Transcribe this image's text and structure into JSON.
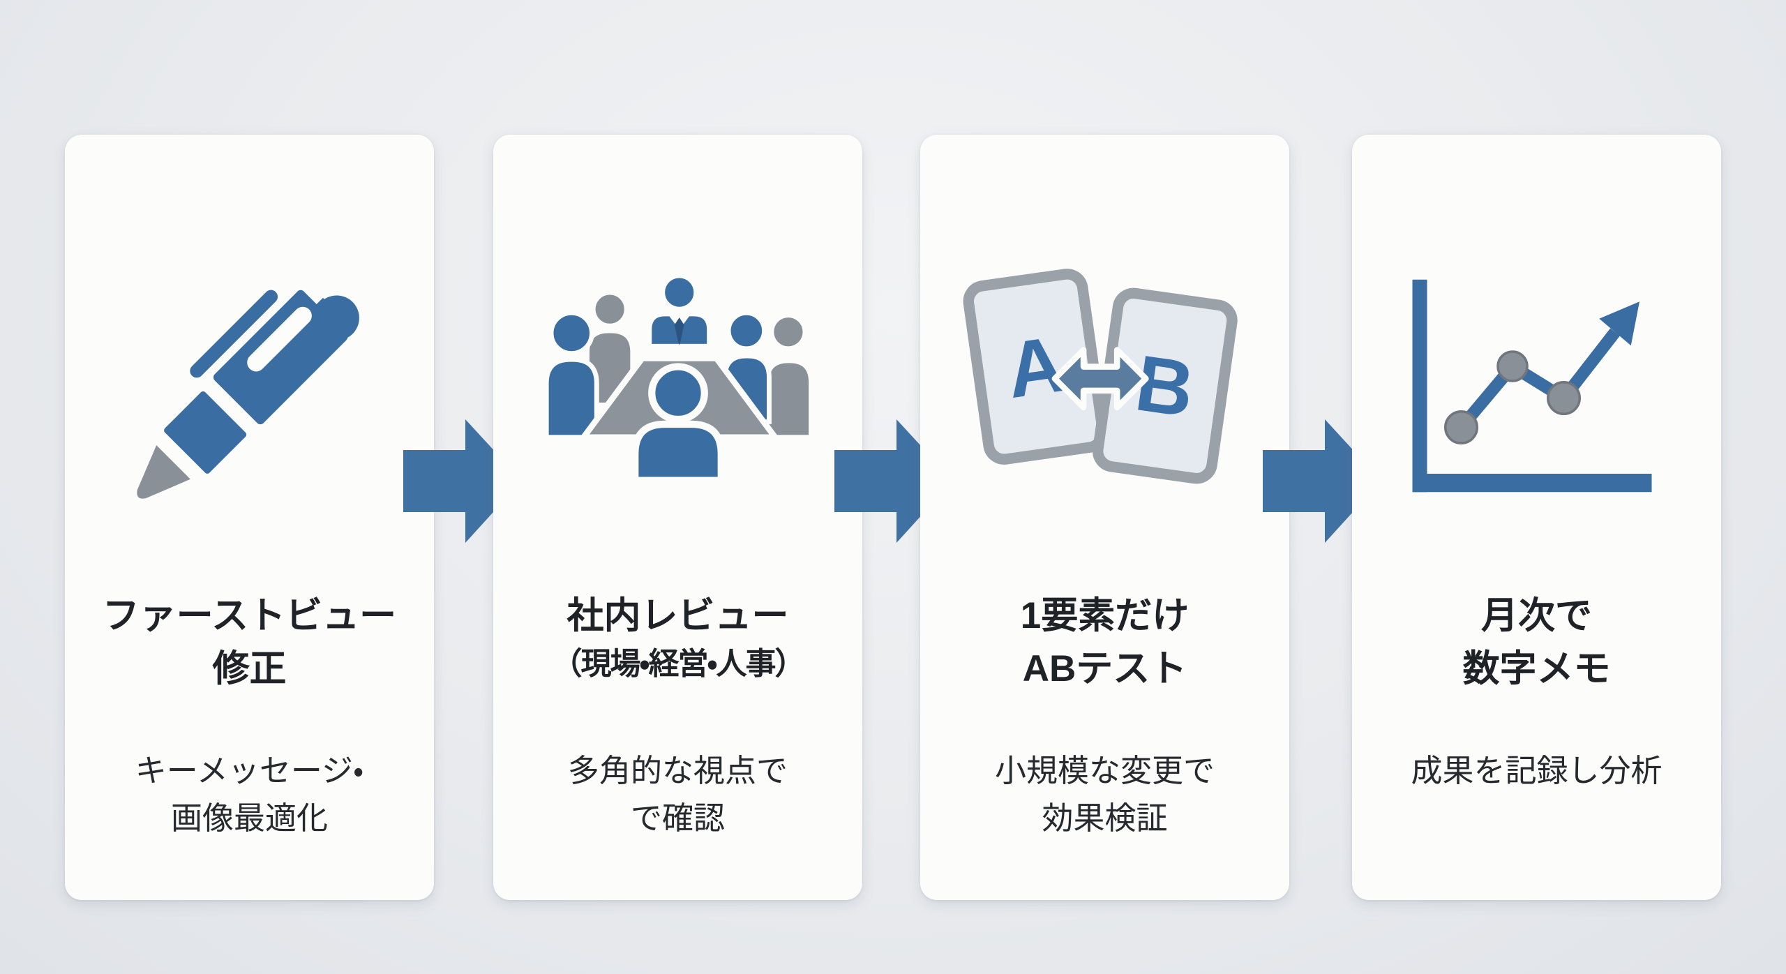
{
  "diagram": {
    "kind": "process-flow",
    "step_count": 4,
    "colors": {
      "primary_blue": "#3a6da1",
      "arrow_blue": "#4071a3",
      "steel_blue": "#5a7d9f",
      "gray": "#8a9097",
      "table_gray": "#8d939a",
      "tie_navy": "#2b5580",
      "card_bg": "#fcfcfa",
      "page_bg": "#e8eaed",
      "ab_card_fill": "#e4eaef",
      "ab_card_border": "#9aa1a8",
      "text": "#1f2226"
    }
  },
  "steps": [
    {
      "icon": "pen-icon",
      "title_lines": [
        "ファーストビュー",
        "修正"
      ],
      "subtitle_lines": [
        "キーメッセージ・",
        "画像最適化"
      ]
    },
    {
      "icon": "meeting-icon",
      "title_lines": [
        "社内レビュー",
        "（現場・経営・人事）"
      ],
      "subtitle_lines": [
        "多角的な視点で",
        "で確認"
      ]
    },
    {
      "icon": "ab-test-icon",
      "title_lines": [
        "1要素だけ",
        "ABテスト"
      ],
      "subtitle_lines": [
        "小規模な変更で",
        "効果検証"
      ],
      "ab_labels": [
        "A",
        "B"
      ]
    },
    {
      "icon": "chart-icon",
      "title_lines": [
        "月次で",
        "数字メモ"
      ],
      "subtitle_lines": [
        "成果を記録し分析"
      ]
    }
  ]
}
